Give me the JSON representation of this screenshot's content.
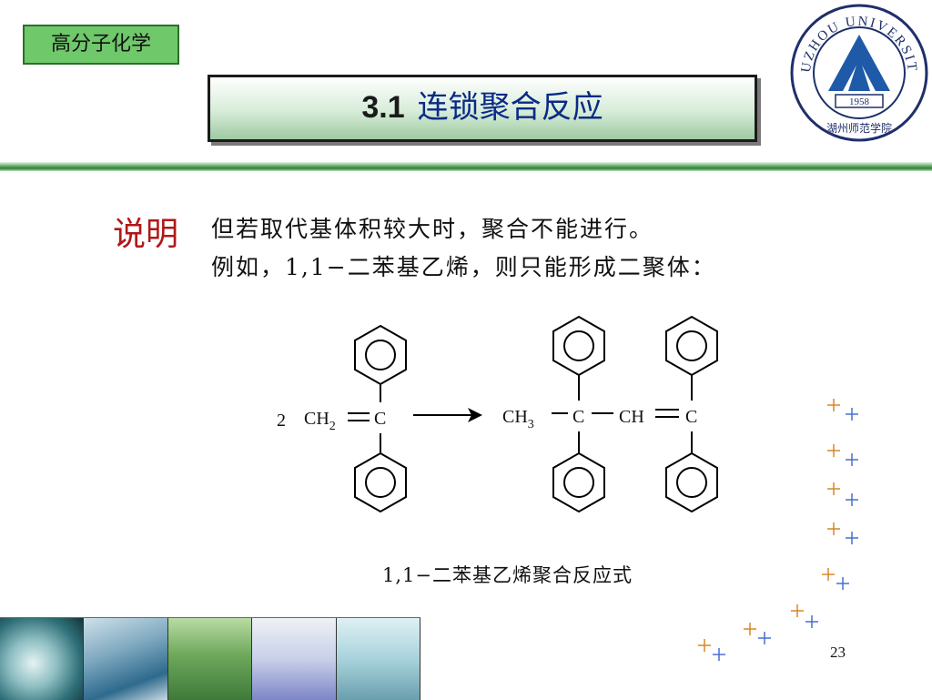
{
  "course": {
    "label": "高分子化学"
  },
  "title": {
    "number": "3.1",
    "text": "连锁聚合反应"
  },
  "logo": {
    "arc_text": "HUZHOU UNIVERSITY",
    "year": "1958",
    "bottom_text": "湖州师范学院",
    "colors": {
      "ring": "#1f2f6b",
      "mark": "#1e5aa8"
    }
  },
  "note": {
    "label": "说明",
    "lines": [
      "但若取代基体积较大时，聚合不能进行。",
      "例如，1,1−二苯基乙烯，则只能形成二聚体："
    ]
  },
  "scheme": {
    "coefficient": "2",
    "reactant_ch2": "CH",
    "reactant_ch2_sub": "2",
    "reactant_c": "C",
    "product_ch3": "CH",
    "product_ch3_sub": "3",
    "product_c1": "C",
    "product_ch": "CH",
    "product_c2": "C"
  },
  "caption": "1,1−二苯基乙烯聚合反应式",
  "page_number": "23",
  "colors": {
    "accent_green": "#6fc86a",
    "band_green": "#2f7d35",
    "label_red": "#b01818",
    "title_blue": "#0a2a86"
  }
}
